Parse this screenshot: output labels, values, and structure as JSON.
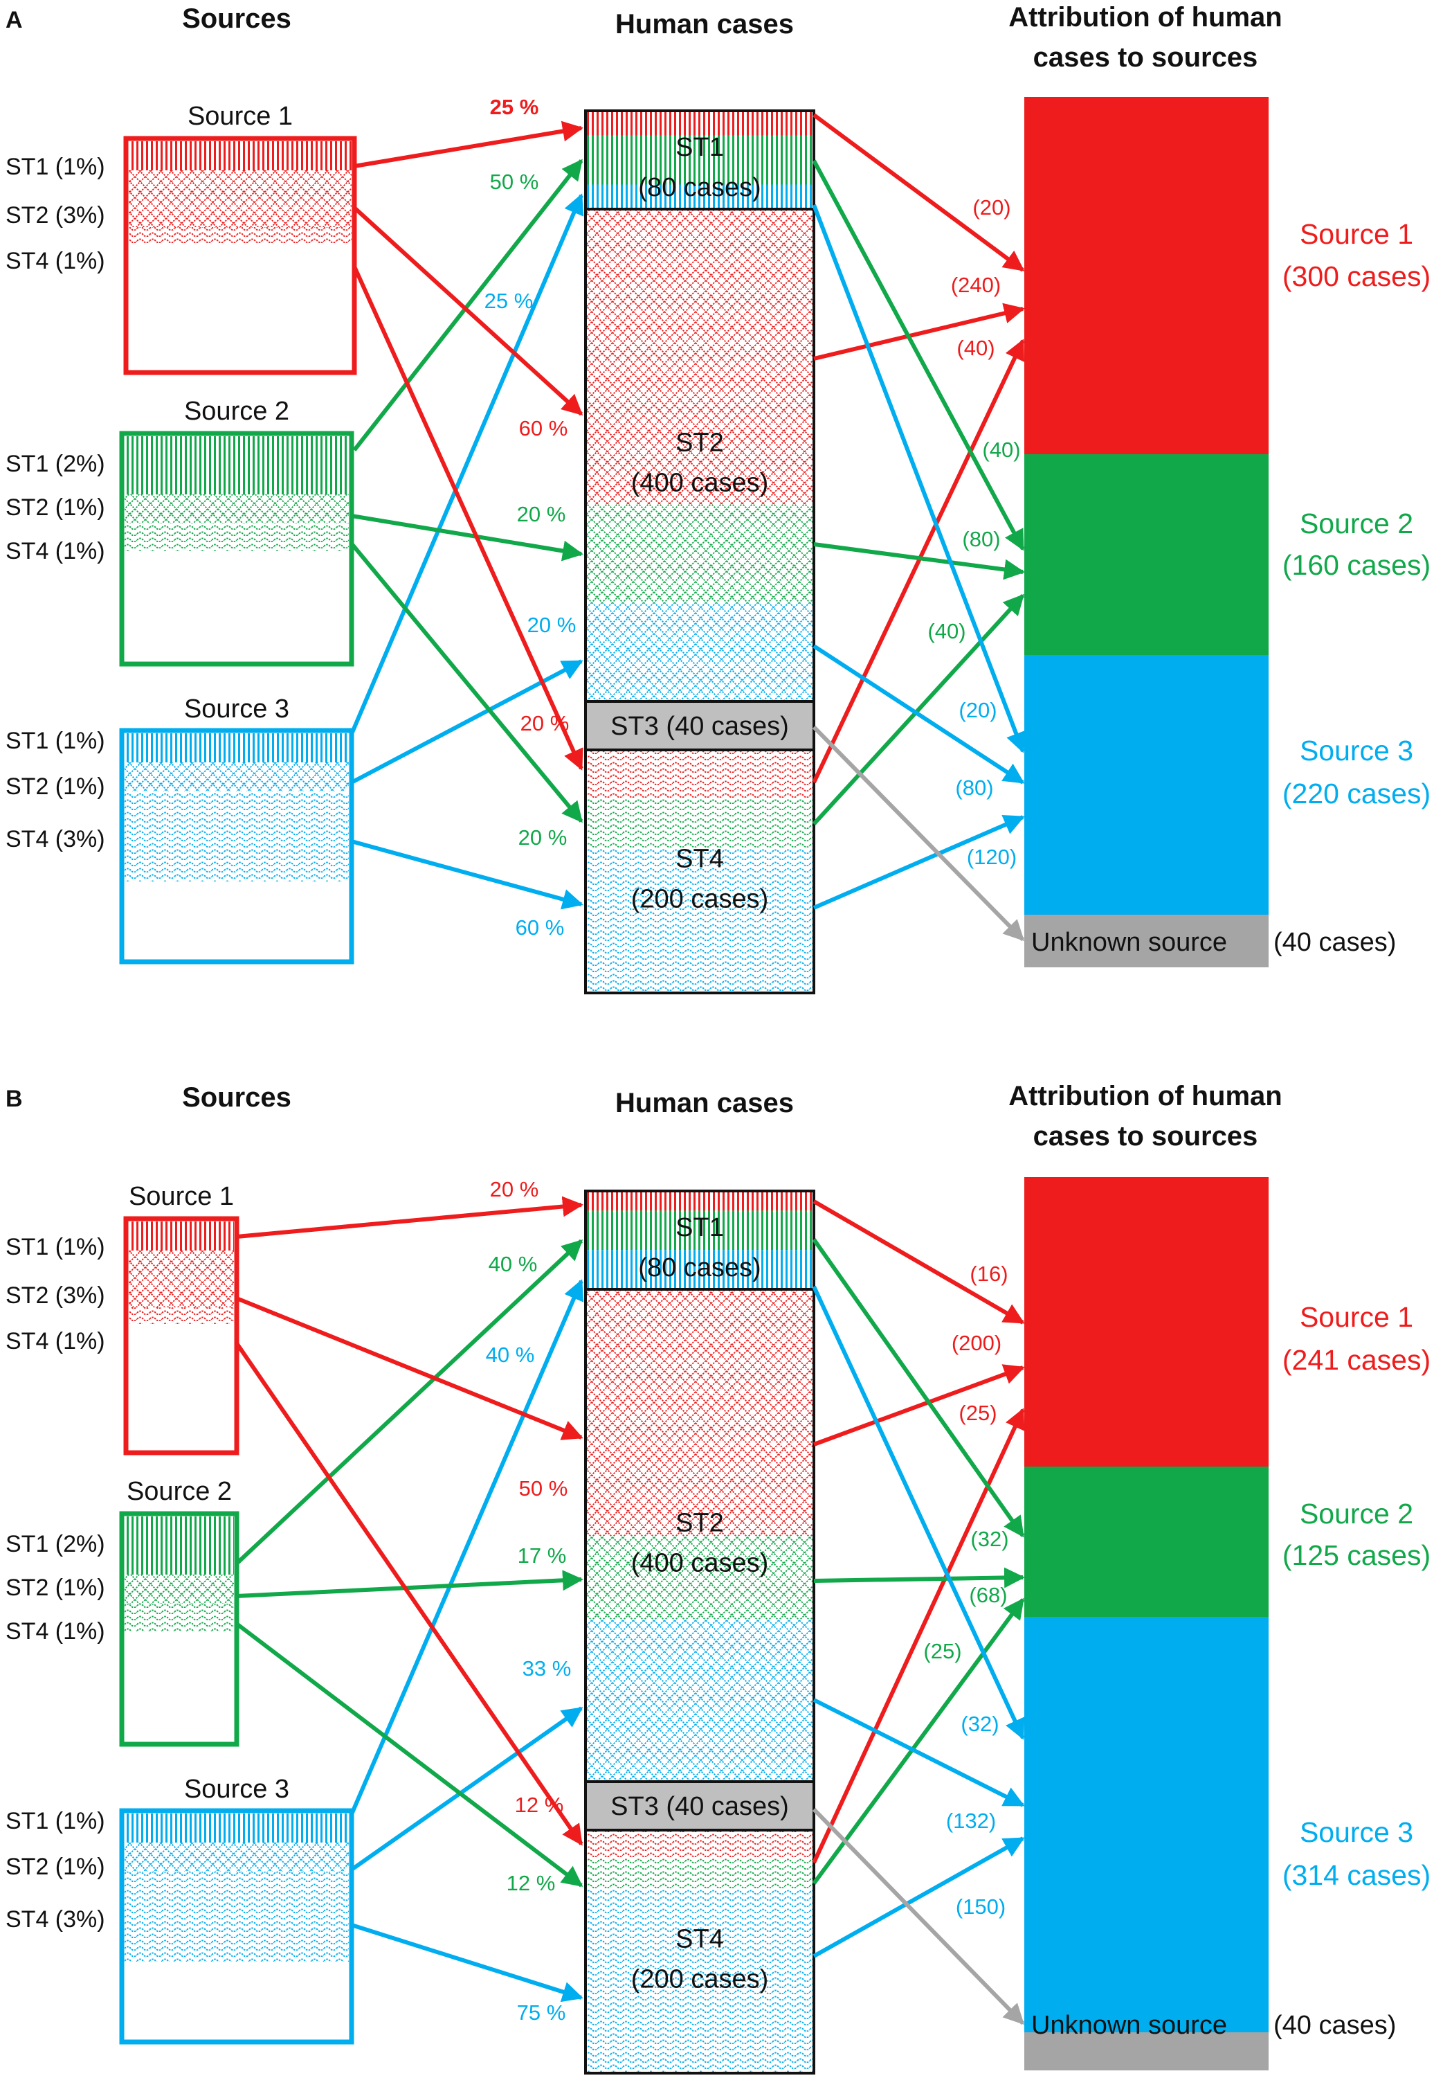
{
  "colors": {
    "source1": "#ee1c1c",
    "source2": "#11a84a",
    "source3": "#00adef",
    "unknown": "#a5a5a5",
    "st3_fill": "#bfbfbf",
    "outline": "#111111"
  },
  "headers": {
    "sources": "Sources",
    "human_cases": "Human cases",
    "attribution_line1": "Attribution of human",
    "attribution_line2": "cases to sources"
  },
  "panels": [
    {
      "id": "A",
      "label": "A",
      "sources": [
        {
          "name": "Source 1",
          "st": [
            "ST1 (1%)",
            "ST2 (3%)",
            "ST4 (1%)"
          ]
        },
        {
          "name": "Source 2",
          "st": [
            "ST1 (2%)",
            "ST2 (1%)",
            "ST4 (1%)"
          ]
        },
        {
          "name": "Source 3",
          "st": [
            "ST1 (1%)",
            "ST2 (1%)",
            "ST4 (3%)"
          ]
        }
      ],
      "human_cases": {
        "st1": {
          "line1": "ST1",
          "line2": "(80 cases)",
          "cases": 80
        },
        "st2": {
          "line1": "ST2",
          "line2": "(400 cases)",
          "cases": 400
        },
        "st3": {
          "label": "ST3 (40 cases)",
          "cases": 40
        },
        "st4": {
          "line1": "ST4",
          "line2": "(200 cases)",
          "cases": 200
        }
      },
      "shares": {
        "st1": [
          25,
          50,
          25
        ],
        "st2": [
          60,
          20,
          20
        ],
        "st4": [
          20,
          20,
          60
        ]
      },
      "flow_percent_labels": [
        "25 %",
        "50 %",
        "25 %",
        "60 %",
        "20 %",
        "20 %",
        "20 %",
        "20 %",
        "60 %"
      ],
      "flow_count_labels": [
        "(20)",
        "(240)",
        "(40)",
        "(40)",
        "(80)",
        "(40)",
        "(20)",
        "(80)",
        "(120)"
      ],
      "attribution": [
        {
          "line1": "Source 1",
          "line2": "(300 cases)",
          "cases": 300
        },
        {
          "line1": "Source 2",
          "line2": "(160 cases)",
          "cases": 160
        },
        {
          "line1": "Source 3",
          "line2": "(220 cases)",
          "cases": 220
        }
      ],
      "unknown": {
        "label": "Unknown source",
        "cases_label": "(40 cases)",
        "cases": 40
      }
    },
    {
      "id": "B",
      "label": "B",
      "sources": [
        {
          "name": "Source 1",
          "st": [
            "ST1 (1%)",
            "ST2 (3%)",
            "ST4 (1%)"
          ]
        },
        {
          "name": "Source 2",
          "st": [
            "ST1 (2%)",
            "ST2 (1%)",
            "ST4 (1%)"
          ]
        },
        {
          "name": "Source 3",
          "st": [
            "ST1 (1%)",
            "ST2 (1%)",
            "ST4 (3%)"
          ]
        }
      ],
      "human_cases": {
        "st1": {
          "line1": "ST1",
          "line2": "(80 cases)",
          "cases": 80
        },
        "st2": {
          "line1": "ST2",
          "line2": "(400 cases)",
          "cases": 400
        },
        "st3": {
          "label": "ST3 (40 cases)",
          "cases": 40
        },
        "st4": {
          "line1": "ST4",
          "line2": "(200 cases)",
          "cases": 200
        }
      },
      "shares": {
        "st1": [
          20,
          40,
          40
        ],
        "st2": [
          50,
          17,
          33
        ],
        "st4": [
          12,
          12,
          75
        ]
      },
      "flow_percent_labels": [
        "20 %",
        "40 %",
        "40 %",
        "50 %",
        "17 %",
        "33 %",
        "12 %",
        "12 %",
        "75 %"
      ],
      "flow_count_labels": [
        "(16)",
        "(200)",
        "(25)",
        "(32)",
        "(68)",
        "(25)",
        "(32)",
        "(132)",
        "(150)"
      ],
      "attribution": [
        {
          "line1": "Source 1",
          "line2": "(241 cases)",
          "cases": 241
        },
        {
          "line1": "Source 2",
          "line2": "(125 cases)",
          "cases": 125
        },
        {
          "line1": "Source 3",
          "line2": "(314 cases)",
          "cases": 314
        }
      ],
      "unknown": {
        "label": "Unknown source",
        "cases_label": "(40 cases)",
        "cases": 40
      }
    }
  ]
}
